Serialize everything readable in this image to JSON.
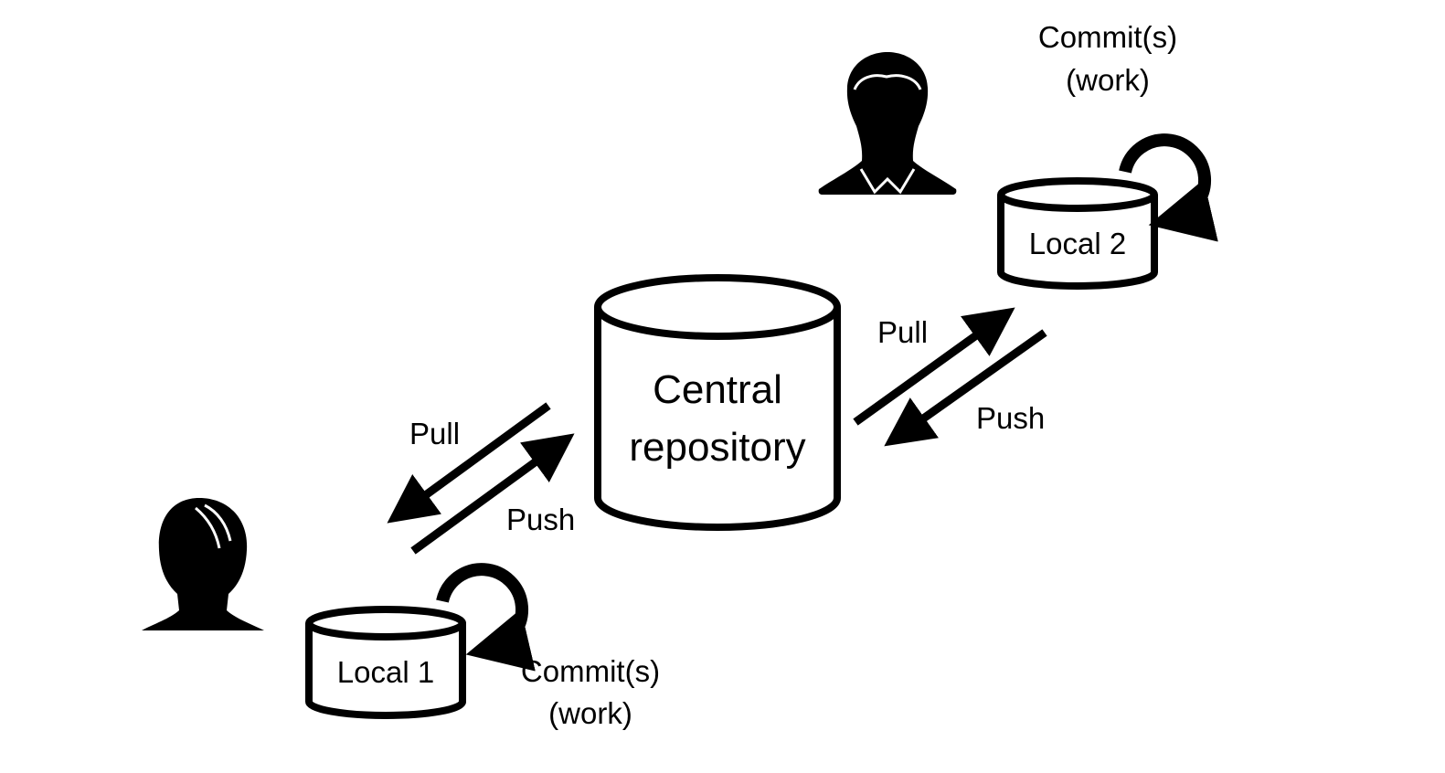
{
  "central": {
    "line1": "Central",
    "line2": "repository"
  },
  "local1": {
    "label": "Local 1"
  },
  "local2": {
    "label": "Local 2"
  },
  "left_flows": {
    "pull": "Pull",
    "push": "Push"
  },
  "right_flows": {
    "pull": "Pull",
    "push": "Push"
  },
  "commit1": {
    "line1": "Commit(s)",
    "line2": "(work)"
  },
  "commit2": {
    "line1": "Commit(s)",
    "line2": "(work)"
  },
  "colors": {
    "ink": "#000000",
    "background": "#ffffff"
  }
}
